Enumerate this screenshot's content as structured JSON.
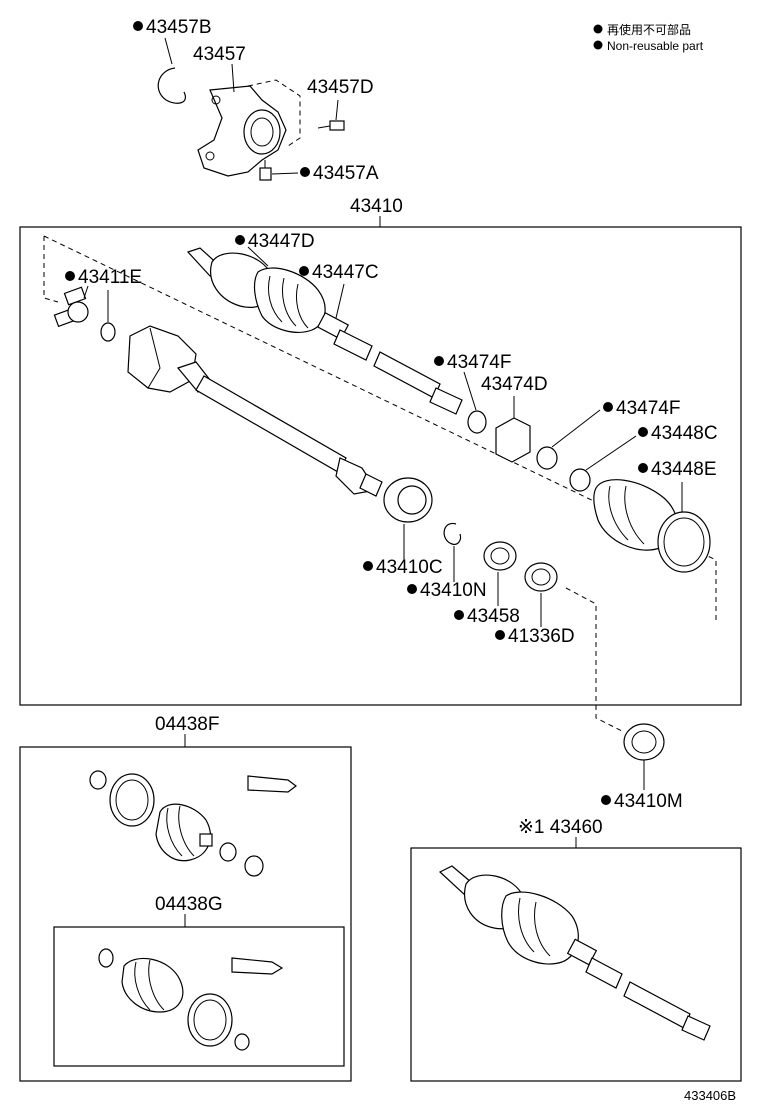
{
  "legend": {
    "line1": "再使用不可部品",
    "line2": "Non-reusable part"
  },
  "labels": {
    "p43457B": "43457B",
    "p43457": "43457",
    "p43457D": "43457D",
    "p43457A": "43457A",
    "p43410": "43410",
    "p43447D": "43447D",
    "p43447C": "43447C",
    "p43411E": "43411E",
    "p43474F_a": "43474F",
    "p43474D": "43474D",
    "p43474F_b": "43474F",
    "p43448C": "43448C",
    "p43448E": "43448E",
    "p43410C": "43410C",
    "p43410N": "43410N",
    "p43458": "43458",
    "p41336D": "41336D",
    "p43410M": "43410M",
    "p04438F": "04438F",
    "p04438G": "04438G",
    "p43460": "※1 43460"
  },
  "footer": {
    "diagram_id": "433406B"
  }
}
